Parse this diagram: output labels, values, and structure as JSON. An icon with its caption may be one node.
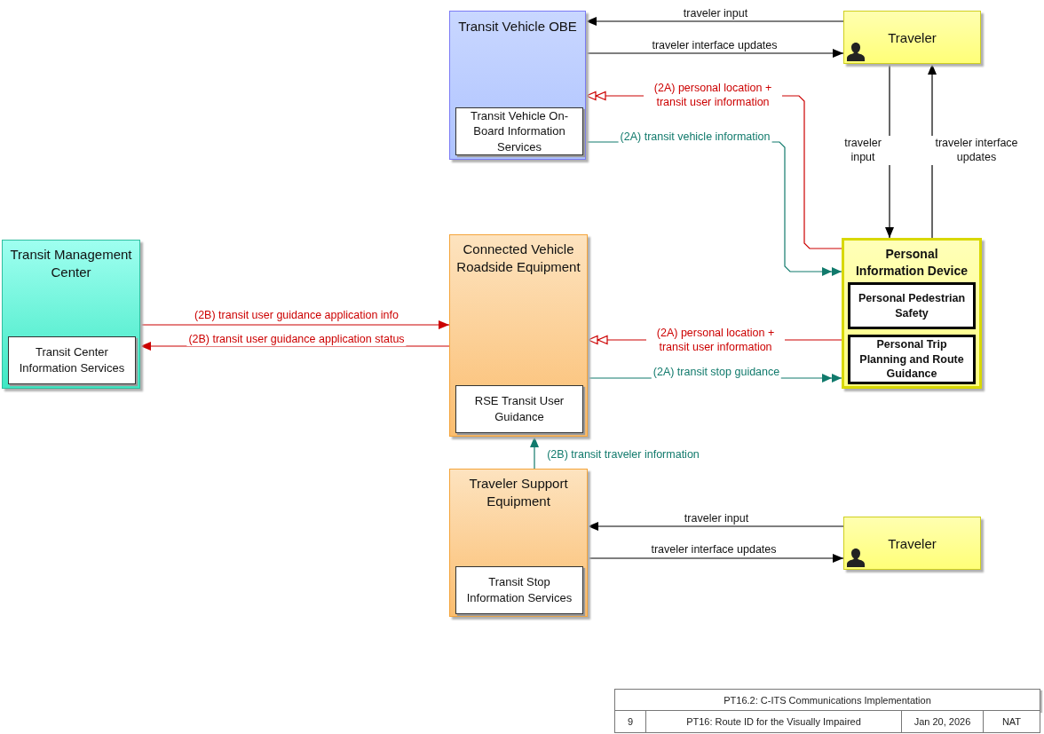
{
  "diagram": {
    "nodes": [
      {
        "text": [
          "Transit Vehicle OBE"
        ]
      },
      {
        "text": [
          "Transit Vehicle On-Board Information Services"
        ],
        "in": 0
      },
      {
        "text": [
          "Traveler"
        ]
      },
      {
        "text": [
          "Transit Management Center"
        ]
      },
      {
        "text": [
          "Transit Center Information Services"
        ],
        "in": 3
      },
      {
        "text": [
          "Connected Vehicle Roadside Equipment"
        ]
      },
      {
        "text": [
          "RSE Transit User Guidance"
        ],
        "in": 5
      },
      {
        "text": [
          "Personal Information Device"
        ]
      },
      {
        "text": [
          "Personal Pedestrian Safety"
        ],
        "in": 7
      },
      {
        "text": [
          "Personal Trip Planning and Route Guidance"
        ],
        "in": 7
      },
      {
        "text": [
          "Traveler Support Equipment"
        ]
      },
      {
        "text": [
          "Transit Stop Information Services"
        ],
        "in": 10
      },
      {
        "text": [
          "Traveler"
        ]
      }
    ],
    "edges": [
      {
        "from": 2,
        "to": 0,
        "arrow": "to",
        "label": "traveler input"
      },
      {
        "from": 0,
        "to": 2,
        "arrow": "to",
        "label": "traveler interface updates"
      },
      {
        "from": 7,
        "to": 0,
        "arrow": "to",
        "label": "(2A) personal location + transit user information",
        "color": "#cc0000"
      },
      {
        "from": 0,
        "to": 7,
        "arrow": "to",
        "label": "(2A) transit vehicle information",
        "color": "#117a6c"
      },
      {
        "from": 2,
        "to": 7,
        "arrow": "to",
        "label": "traveler input"
      },
      {
        "from": 7,
        "to": 2,
        "arrow": "to",
        "label": "traveler interface updates"
      },
      {
        "from": 3,
        "to": 5,
        "arrow": "to",
        "label": "(2B) transit user guidance application info",
        "color": "#cc0000"
      },
      {
        "from": 5,
        "to": 3,
        "arrow": "to",
        "label": "(2B) transit user guidance application status",
        "color": "#cc0000"
      },
      {
        "from": 7,
        "to": 5,
        "arrow": "to",
        "label": "(2A) personal location + transit user information",
        "color": "#cc0000"
      },
      {
        "from": 5,
        "to": 7,
        "arrow": "to",
        "label": "(2A) transit stop guidance",
        "color": "#117a6c"
      },
      {
        "from": 10,
        "to": 5,
        "arrow": "to",
        "label": "(2B) transit traveler information",
        "color": "#117a6c"
      },
      {
        "from": 12,
        "to": 10,
        "arrow": "to",
        "label": "traveler input"
      },
      {
        "from": 10,
        "to": 12,
        "arrow": "to",
        "label": "traveler interface updates"
      }
    ],
    "labels": [
      "PT16.2: C-ITS Communications Implementation",
      "9",
      "PT16: Route ID for the Visually Impaired",
      "Jan 20, 2026",
      "NAT"
    ]
  }
}
